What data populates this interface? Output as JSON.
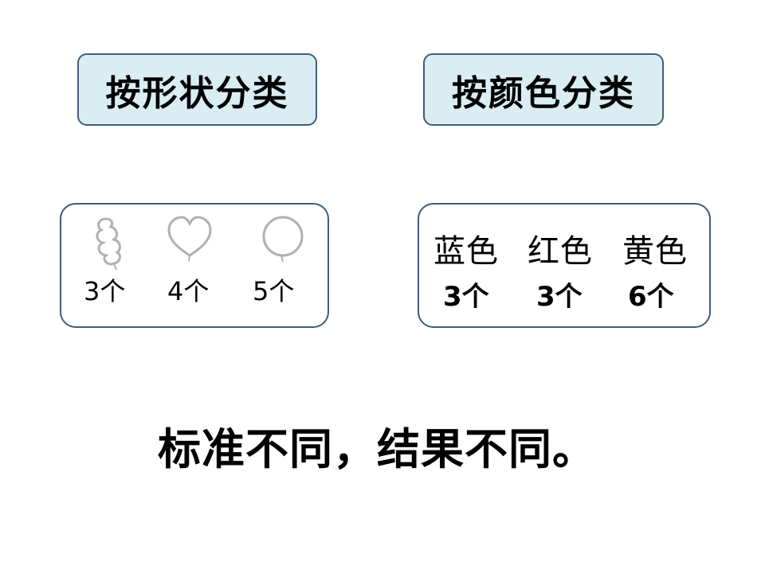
{
  "headers": {
    "by_shape": "按形状分类",
    "by_color": "按颜色分类"
  },
  "shape_panel": {
    "items": [
      {
        "icon": "long-balloon-icon",
        "count": "3个"
      },
      {
        "icon": "heart-balloon-icon",
        "count": "4个"
      },
      {
        "icon": "round-balloon-icon",
        "count": "5个"
      }
    ]
  },
  "color_panel": {
    "items": [
      {
        "name": "蓝色",
        "count": "3个"
      },
      {
        "name": "红色",
        "count": "3个"
      },
      {
        "name": "黄色",
        "count": "6个"
      }
    ]
  },
  "conclusion": "标准不同，结果不同。",
  "colors": {
    "header_fill": "#d9edf3",
    "border": "#3d5d7d",
    "balloon_outline": "#b0b0b0"
  }
}
